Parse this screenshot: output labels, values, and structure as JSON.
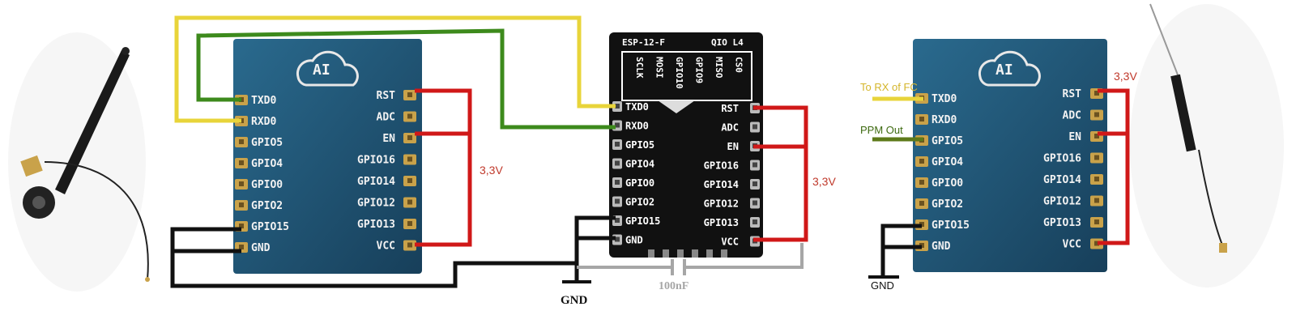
{
  "left_module": {
    "logo": "AI",
    "left_pins": [
      "TXD0",
      "RXD0",
      "GPIO5",
      "GPIO4",
      "GPIO0",
      "GPIO2",
      "GPIO15",
      "GND"
    ],
    "right_pins": [
      "RST",
      "ADC",
      "EN",
      "GPIO16",
      "GPIO14",
      "GPIO12",
      "GPIO13",
      "VCC"
    ],
    "voltage_label": "3,3V"
  },
  "center_module": {
    "model": "ESP-12-F",
    "flash": "QIO L4",
    "shield_pins": [
      "SCLK",
      "MOSI",
      "GPIO10",
      "GPIO9",
      "MISO",
      "CS0"
    ],
    "left_pins": [
      "TXD0",
      "RXD0",
      "GPIO5",
      "GPIO4",
      "GPIO0",
      "GPIO2",
      "GPIO15",
      "GND"
    ],
    "right_pins": [
      "RST",
      "ADC",
      "EN",
      "GPIO16",
      "GPIO14",
      "GPIO12",
      "GPIO13",
      "VCC"
    ],
    "voltage_label": "3,3V",
    "gnd_label": "GND",
    "capacitor_label": "100nF"
  },
  "right_module": {
    "logo": "AI",
    "left_pins": [
      "TXD0",
      "RXD0",
      "GPIO5",
      "GPIO4",
      "GPIO0",
      "GPIO2",
      "GPIO15",
      "GND"
    ],
    "right_pins": [
      "RST",
      "ADC",
      "EN",
      "GPIO16",
      "GPIO14",
      "GPIO12",
      "GPIO13",
      "VCC"
    ],
    "voltage_label": "3,3V",
    "gnd_label": "GND",
    "annotation_rx": "To RX of FC",
    "annotation_ppm": "PPM Out"
  },
  "colors": {
    "board": "#1f4e6e",
    "pad": "#c9a24a",
    "wire_yellow": "#e8d43a",
    "wire_green": "#3d8a1c",
    "wire_red": "#d01818",
    "wire_black": "#111111",
    "wire_gray": "#a6a6a6",
    "ppm_wire": "#5d7a1a"
  }
}
